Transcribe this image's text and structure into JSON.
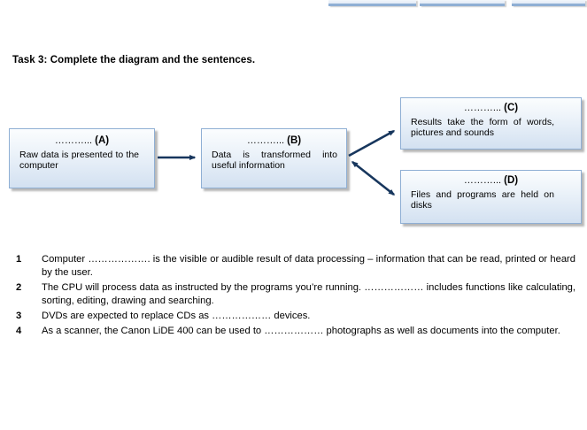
{
  "title": "Task 3: Complete the diagram and the sentences.",
  "top_cropped_boxes": {
    "count": 3,
    "description": "bottom edges of three boxes cut off by top of page"
  },
  "diagram": {
    "boxes": [
      {
        "id": "A",
        "blank": "………...",
        "label": "(A)",
        "text": "Raw data is presented to the computer"
      },
      {
        "id": "B",
        "blank": "………...",
        "label": "(B)",
        "text": "Data is transformed into useful information"
      },
      {
        "id": "C",
        "blank": "………...",
        "label": "(C)",
        "text": "Results take the form of words, pictures and sounds"
      },
      {
        "id": "D",
        "blank": "………...",
        "label": "(D)",
        "text": "Files and programs are held on disks"
      }
    ],
    "arrows": [
      {
        "from": "A",
        "to": "B",
        "type": "single"
      },
      {
        "from": "B",
        "to": "C",
        "type": "single"
      },
      {
        "from": "B",
        "to": "D",
        "type": "double"
      }
    ],
    "colors": {
      "box_border": "#8fafd4",
      "box_fill_top": "#fbfdfe",
      "box_fill_bottom": "#d3e1f1",
      "arrow": "#17365d",
      "shadow": "#b8b8b8"
    }
  },
  "sentences": [
    {
      "num": "1",
      "text": "Computer ………………. is the visible or audible result of data processing – information that can be read, printed or heard by the user."
    },
    {
      "num": "2",
      "text": "The CPU will process data as instructed by the programs you’re running. ……………… includes functions like calculating, sorting, editing, drawing and searching."
    },
    {
      "num": "3",
      "text": "DVDs are expected to replace CDs as ……………… devices."
    },
    {
      "num": "4",
      "text": "As a scanner, the Canon LiDE 400 can be used to ……………… photographs as well as documents into the computer."
    }
  ]
}
